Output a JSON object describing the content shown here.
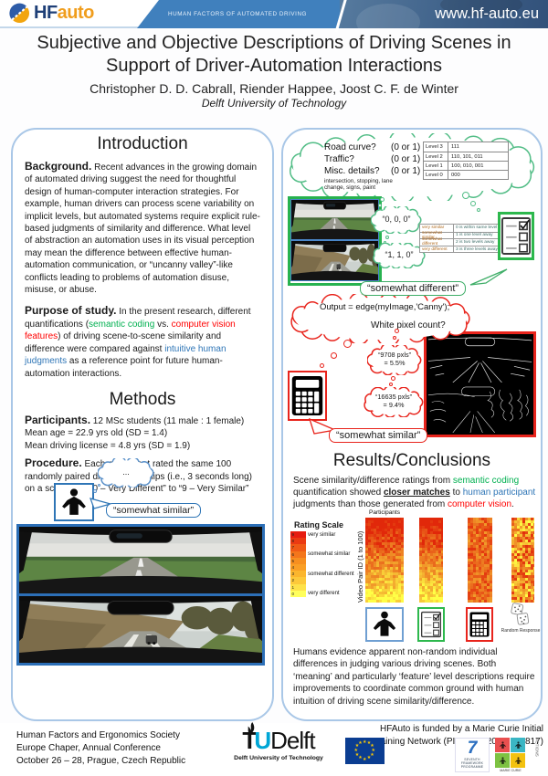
{
  "header": {
    "logo_hf": "HF",
    "logo_auto": "auto",
    "ribbon": "HUMAN FACTORS OF AUTOMATED DRIVING",
    "url": "www.hf-auto.eu"
  },
  "title": {
    "line1": "Subjective and Objective Descriptions of Driving Scenes in",
    "line2": "Support of Driver-Automation Interactions",
    "authors": "Christopher D. D. Cabrall, Riender Happee, Joost C. F. de Winter",
    "affiliation": "Delft University of Technology"
  },
  "intro": {
    "heading": "Introduction",
    "background_label": "Background.",
    "background_text": " Recent advances in the growing domain of automated driving suggest the need for thoughtful design of human-computer interaction strategies. For example, human drivers can process scene variability on implicit levels, but automated systems require explicit rule-based judgments of similarity and difference. What level of abstraction an automation uses in its visual perception may mean the difference between effective human-automation communication, or “uncanny valley”-like conflicts leading to problems of automation disuse, misuse, or abuse.",
    "purpose_label": "Purpose of study.",
    "purpose_pre": " In the present research, different quantifications (",
    "purpose_green": "semantic coding",
    "purpose_mid1": " vs. ",
    "purpose_red": "computer vision features",
    "purpose_mid2": ") of driving scene-to-scene similarity and difference were compared against ",
    "purpose_blue": "intuitive human judgments",
    "purpose_post": " as a reference point for future human-automation interactions."
  },
  "methods": {
    "heading": "Methods",
    "participants_label": "Participants.",
    "participants_text": " 12 MSc students (11 male : 1 female)",
    "mean_age": "Mean age = 22.9 yrs old (SD = 1.4)",
    "mean_license": "Mean driving license = 4.8 yrs (SD = 1.9)",
    "procedure_label": "Procedure.",
    "procedure_text": " Each participant rated the same 100 randomly paired driving video clips (i.e., 3 seconds long)",
    "procedure_text2": "on a scale from “0 – Very Different” to “9 – Very Similar”",
    "thought_dots": "...",
    "speech": "“somewhat similar”"
  },
  "semantic": {
    "q1": "Road curve?",
    "q1v": "(0 or 1)",
    "q2": "Traffic?",
    "q2v": "(0 or 1)",
    "q3": "Misc. details?",
    "q3v": "(0 or 1)",
    "q_sub": "intersection, stopping, lane change, signs, paint",
    "levels": [
      {
        "level": "Level 3",
        "codes": "111"
      },
      {
        "level": "Level 2",
        "codes": "110, 101, 011"
      },
      {
        "level": "Level 1",
        "codes": "100, 010, 001"
      },
      {
        "level": "Level 0",
        "codes": "000"
      }
    ],
    "code1": "“0, 0, 0”",
    "code2": "“1, 1, 0”",
    "map": [
      {
        "label": "very similar",
        "rule": "0 is within same level"
      },
      {
        "label": "somewhat similar",
        "rule": "1 is one level away"
      },
      {
        "label": "somewhat different",
        "rule": "2 is two levels away"
      },
      {
        "label": "very different",
        "rule": "3 is three levels away"
      }
    ],
    "speech": "“somewhat different”"
  },
  "vision": {
    "code_line": "Output = edge(myImage,'Canny');",
    "question": "White pixel count?",
    "count1a": "“9708 pxls”",
    "count1b": "= 5.5%",
    "count2a": "“16635 pxls”",
    "count2b": "= 9.4%",
    "speech": "“somewhat similar”"
  },
  "results": {
    "heading": "Results/Conclusions",
    "p1_pre": "Scene similarity/difference ratings from ",
    "p1_green": "semantic coding",
    "p1_mid1": " quantification showed ",
    "p1_bold": "closer matches",
    "p1_mid2": " to ",
    "p1_blue": "human participant",
    "p1_mid3": " judgments than those generated from ",
    "p1_red": "computer vision",
    "p1_post": ".",
    "figure": {
      "rating_scale_label": "Rating Scale",
      "participants_label": "Participants",
      "y_axis_label": "Video Pair ID (1 to 100)",
      "random_label": "Random Response",
      "scale": [
        {
          "tick": "9",
          "label": "very similar",
          "color": "#e61c10"
        },
        {
          "tick": "8",
          "label": "",
          "color": "#eb3a12"
        },
        {
          "tick": "7",
          "label": "",
          "color": "#f05a16"
        },
        {
          "tick": "6",
          "label": "somewhat similar",
          "color": "#f4761b"
        },
        {
          "tick": "5",
          "label": "",
          "color": "#f78f20"
        },
        {
          "tick": "4",
          "label": "",
          "color": "#fa9f26"
        },
        {
          "tick": "3",
          "label": "somewhat different",
          "color": "#fbb62e"
        },
        {
          "tick": "2",
          "label": "",
          "color": "#fdc93a"
        },
        {
          "tick": "1",
          "label": "",
          "color": "#fee24a"
        },
        {
          "tick": "0",
          "label": "very different",
          "color": "#ffff5c"
        }
      ]
    },
    "p2": "Humans evidence apparent non-random individual differences in judging various driving scenes. Both ‘meaning’ and particularly ‘feature’ level descriptions require improvements to coordinate common ground with human intuition of driving scene similarity/difference."
  },
  "footer": {
    "conference_line1": "Human Factors and Ergonomics Society",
    "conference_line2": "Europe Chaper, Annual Conference",
    "conference_line3": "October 26 – 28, Prague, Czech Republic",
    "tudelft_t": "T",
    "tudelft_u": "U",
    "tudelft_name": "Delft",
    "tudelft_sub": "Delft University of Technology",
    "funding_line1": "HFAuto is funded by a Marie Curie Initial",
    "funding_line2": "Training Network (PITN-GA-2013-605817)",
    "fp7_seven": "7",
    "fp7_caption": "SEVENTH FRAMEWORK PROGRAMME",
    "mc_caption": "MARIE CURIE",
    "actions_caption": "ACTIONS"
  }
}
